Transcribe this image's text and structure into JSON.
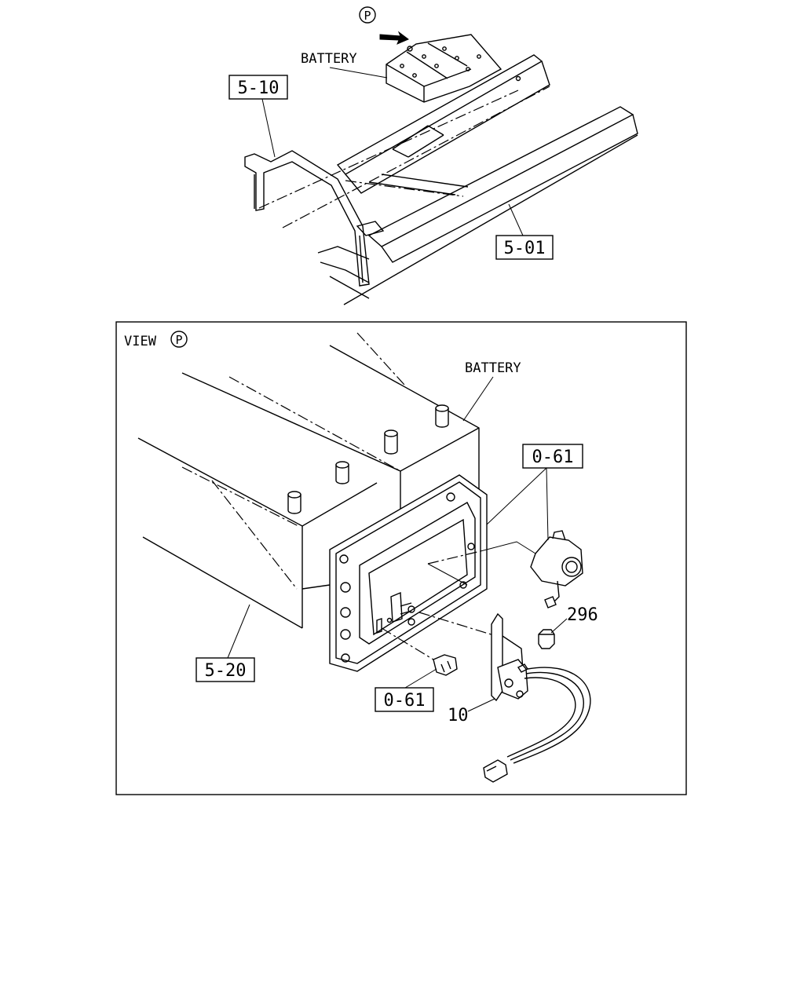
{
  "top_view": {
    "view_marker": "P",
    "battery_label": "BATTERY",
    "refs": {
      "frame": "5-01",
      "bracket": "5-10"
    }
  },
  "detail_view": {
    "title_prefix": "VIEW",
    "view_marker": "P",
    "battery_label": "BATTERY",
    "refs": {
      "connector_top": "0-61",
      "connector_bottom": "0-61",
      "battery_box": "5-20",
      "nut": "296",
      "bracket": "10"
    }
  },
  "colors": {
    "line": "#000000",
    "background": "#ffffff"
  }
}
